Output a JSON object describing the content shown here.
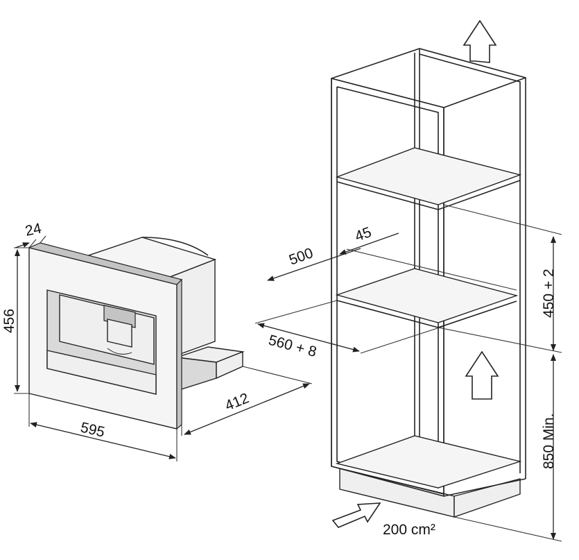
{
  "dimensions": {
    "panel_depth": "24",
    "height": "456",
    "width": "595",
    "depth": "412",
    "niche_depth": "500",
    "rear_gap": "45",
    "niche_width": "560 + 8",
    "niche_height": "450 + 2",
    "floor_height": "850 Min.",
    "vent_area": "200 cm²"
  }
}
